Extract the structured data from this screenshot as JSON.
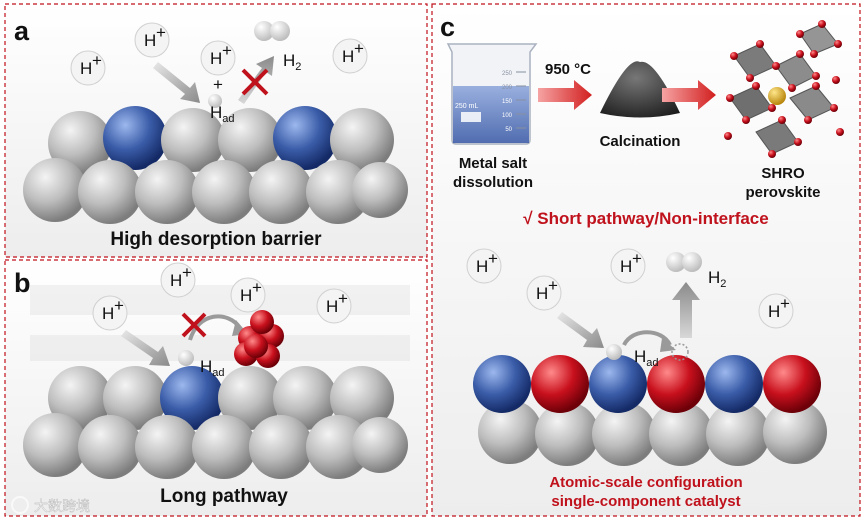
{
  "panels": {
    "a": {
      "letter": "a",
      "caption": "High desorption barrier"
    },
    "b": {
      "letter": "b",
      "caption": "Long pathway"
    },
    "c": {
      "letter": "c",
      "temperature": "950 °C",
      "step1_line1": "Metal salt",
      "step1_line2": "dissolution",
      "step2": "Calcination",
      "step3_line1": "SHRO",
      "step3_line2": "perovskite",
      "highlight": "√ Short pathway/Non-interface",
      "caption_line1": "Atomic-scale configuration",
      "caption_line2": "single-component catalyst",
      "beaker_volume": "250 mL",
      "beaker_ticks": [
        "250",
        "200",
        "150",
        "100",
        "50"
      ]
    }
  },
  "species": {
    "proton": "H",
    "proton_charge": "+",
    "hydrogen": "H",
    "hydrogen_sub": "2",
    "adsorbed": "H",
    "adsorbed_sub": "ad"
  },
  "watermark": "大数跨境",
  "colors": {
    "border": "#c0121c",
    "blue": "#3a5ca8",
    "red": "#c8101d",
    "gray": "#b5b5b5",
    "arrow_red": "#d21f1f"
  }
}
